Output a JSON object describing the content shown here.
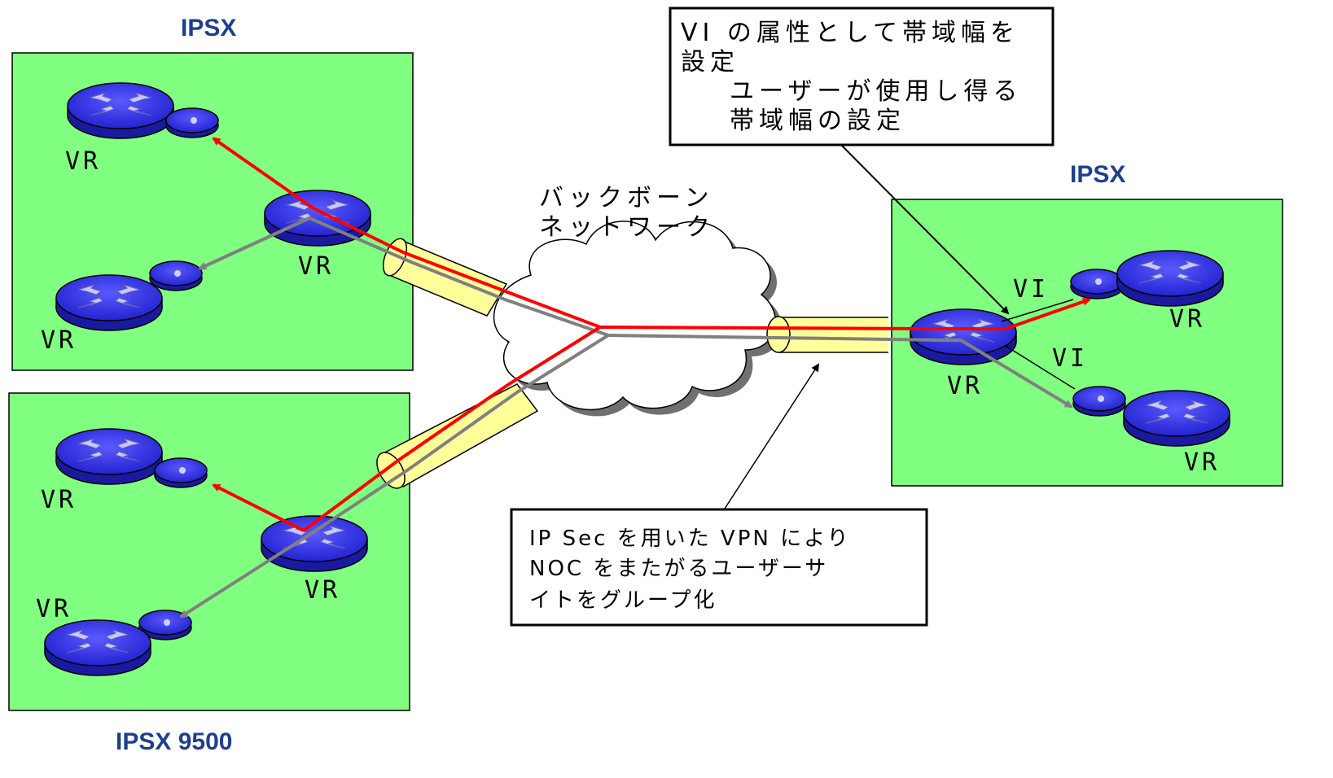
{
  "labels": {
    "ipsx_top_left": "IPSX",
    "ipsx_right": "IPSX",
    "ipsx_bottom_left": "IPSX 9500",
    "vr": "VR",
    "vi": "VI",
    "backbone_line1": "バックボーン",
    "backbone_line2": "ネットワーク"
  },
  "callouts": {
    "bandwidth": {
      "line1": "VI の属性として帯域幅を",
      "line2": "設定",
      "line3": "ユーザーが使用し得る",
      "line4": "帯域幅の設定"
    },
    "ipsec": {
      "line1": "IP Sec を用いた VPN により",
      "line2": "NOC をまたがるユーザーサ",
      "line3": "イトをグループ化"
    }
  },
  "colors": {
    "site_fill": "#80ff80",
    "router_blue": "#3333ff",
    "traffic_red": "#ff0000",
    "traffic_gray": "#808080",
    "tunnel_yellow": "#ffff99"
  }
}
